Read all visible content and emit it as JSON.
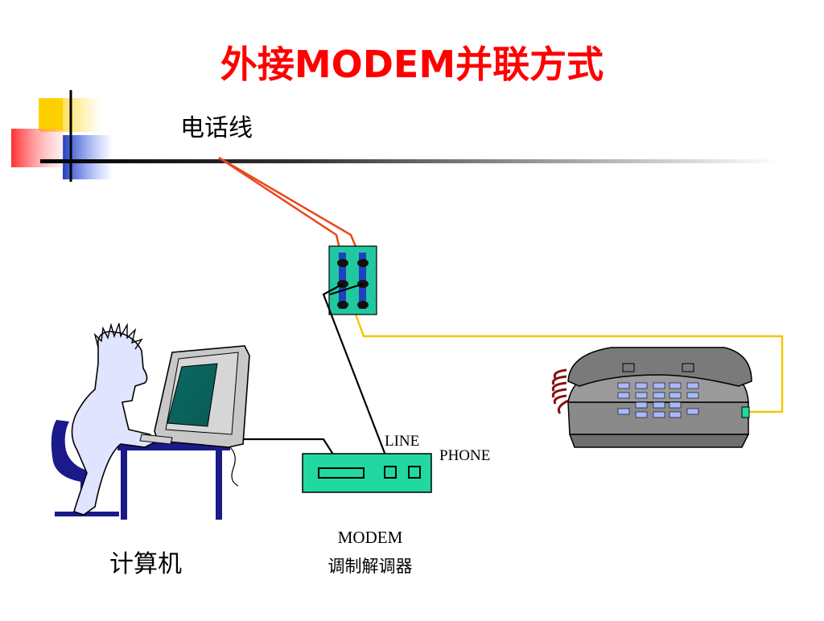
{
  "slide": {
    "title": "外接MODEM并联方式"
  },
  "diagram": {
    "phone_line_label": "电话线",
    "line_port_label": "LINE",
    "phone_port_label": "PHONE",
    "modem_label": "MODEM",
    "modem_cn_label": "调制解调器",
    "computer_label": "计算机"
  },
  "colors": {
    "title": "#ff0000",
    "phone_line": "#e8481a",
    "phone_cable": "#f0c800",
    "modem_body": "#20d8a0",
    "junction_box": "#20c8a0",
    "telephone_body": "#808080"
  }
}
